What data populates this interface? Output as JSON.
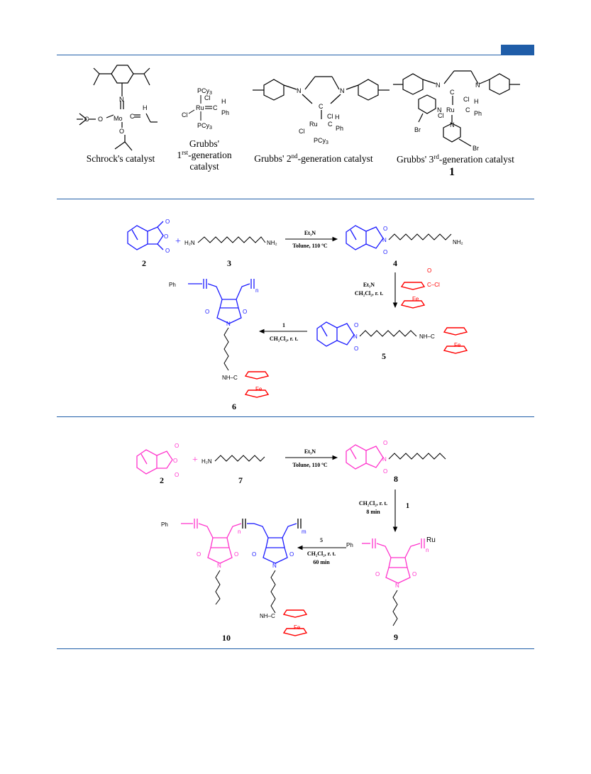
{
  "catalysts": {
    "schrock": "Schrock's catalyst",
    "grubbs1_line1": "Grubbs'",
    "grubbs1_line2_pre": "1",
    "grubbs1_line2_sup": "rst",
    "grubbs1_line2_post": "-generation",
    "grubbs1_line3": "catalyst",
    "grubbs2_pre": "Grubbs' 2",
    "grubbs2_sup": "nd",
    "grubbs2_post": "-generation catalyst",
    "grubbs3_pre": "Grubbs' 3",
    "grubbs3_sup": "rd",
    "grubbs3_post": "-generation catalyst",
    "grubbs3_number": "1",
    "atoms": {
      "N": "N",
      "Mo": "Mo",
      "C": "C",
      "O": "O",
      "H": "H",
      "Ru": "Ru",
      "Cl": "Cl",
      "PCy3": "PCy",
      "PCy3_sub": "3",
      "Ph": "Ph",
      "Br": "Br"
    }
  },
  "scheme1": {
    "cmp2": "2",
    "cmp3": "3",
    "cmp4": "4",
    "cmp5": "5",
    "cmp6": "6",
    "plus": "+",
    "h2n": "H₂N",
    "nh2": "NH₂",
    "et3n": "Et₃N",
    "toluene": "Tolune, 110 ºC",
    "et3n_b": "Et₃N",
    "ch2cl2_rt": "CH₂Cl₂, r. t.",
    "cat1": "1",
    "ch2cl2_rt2": "CH₂Cl₂, r. t.",
    "fe": "Fe",
    "cocl": "C–Cl",
    "o": "O",
    "nh_c": "NH–C",
    "n": "N",
    "ph": "Ph",
    "sub_n": "n"
  },
  "scheme2": {
    "cmp2": "2",
    "cmp7": "7",
    "cmp8": "8",
    "cmp9": "9",
    "cmp10": "10",
    "plus": "+",
    "h2n": "H₂N",
    "et3n": "Et₃N",
    "toluene": "Tolune, 110 ºC",
    "ch2cl2_8": "CH₂Cl₂, r. t.",
    "min8": "8 min",
    "cat1": "1",
    "cmp5_label": "5",
    "ch2cl2_60": "CH₂Cl₂, r. t.",
    "min60": "60 min",
    "ru": "Ru",
    "ph": "Ph",
    "n": "N",
    "o": "O",
    "fe": "Fe",
    "nh_c": "NH–C",
    "sub_n": "n",
    "sub_m": "m"
  },
  "colors": {
    "rule": "#1f5da8",
    "blue": "#1a1aff",
    "red": "#ff0000",
    "magenta": "#ff33cc",
    "black": "#000000"
  }
}
